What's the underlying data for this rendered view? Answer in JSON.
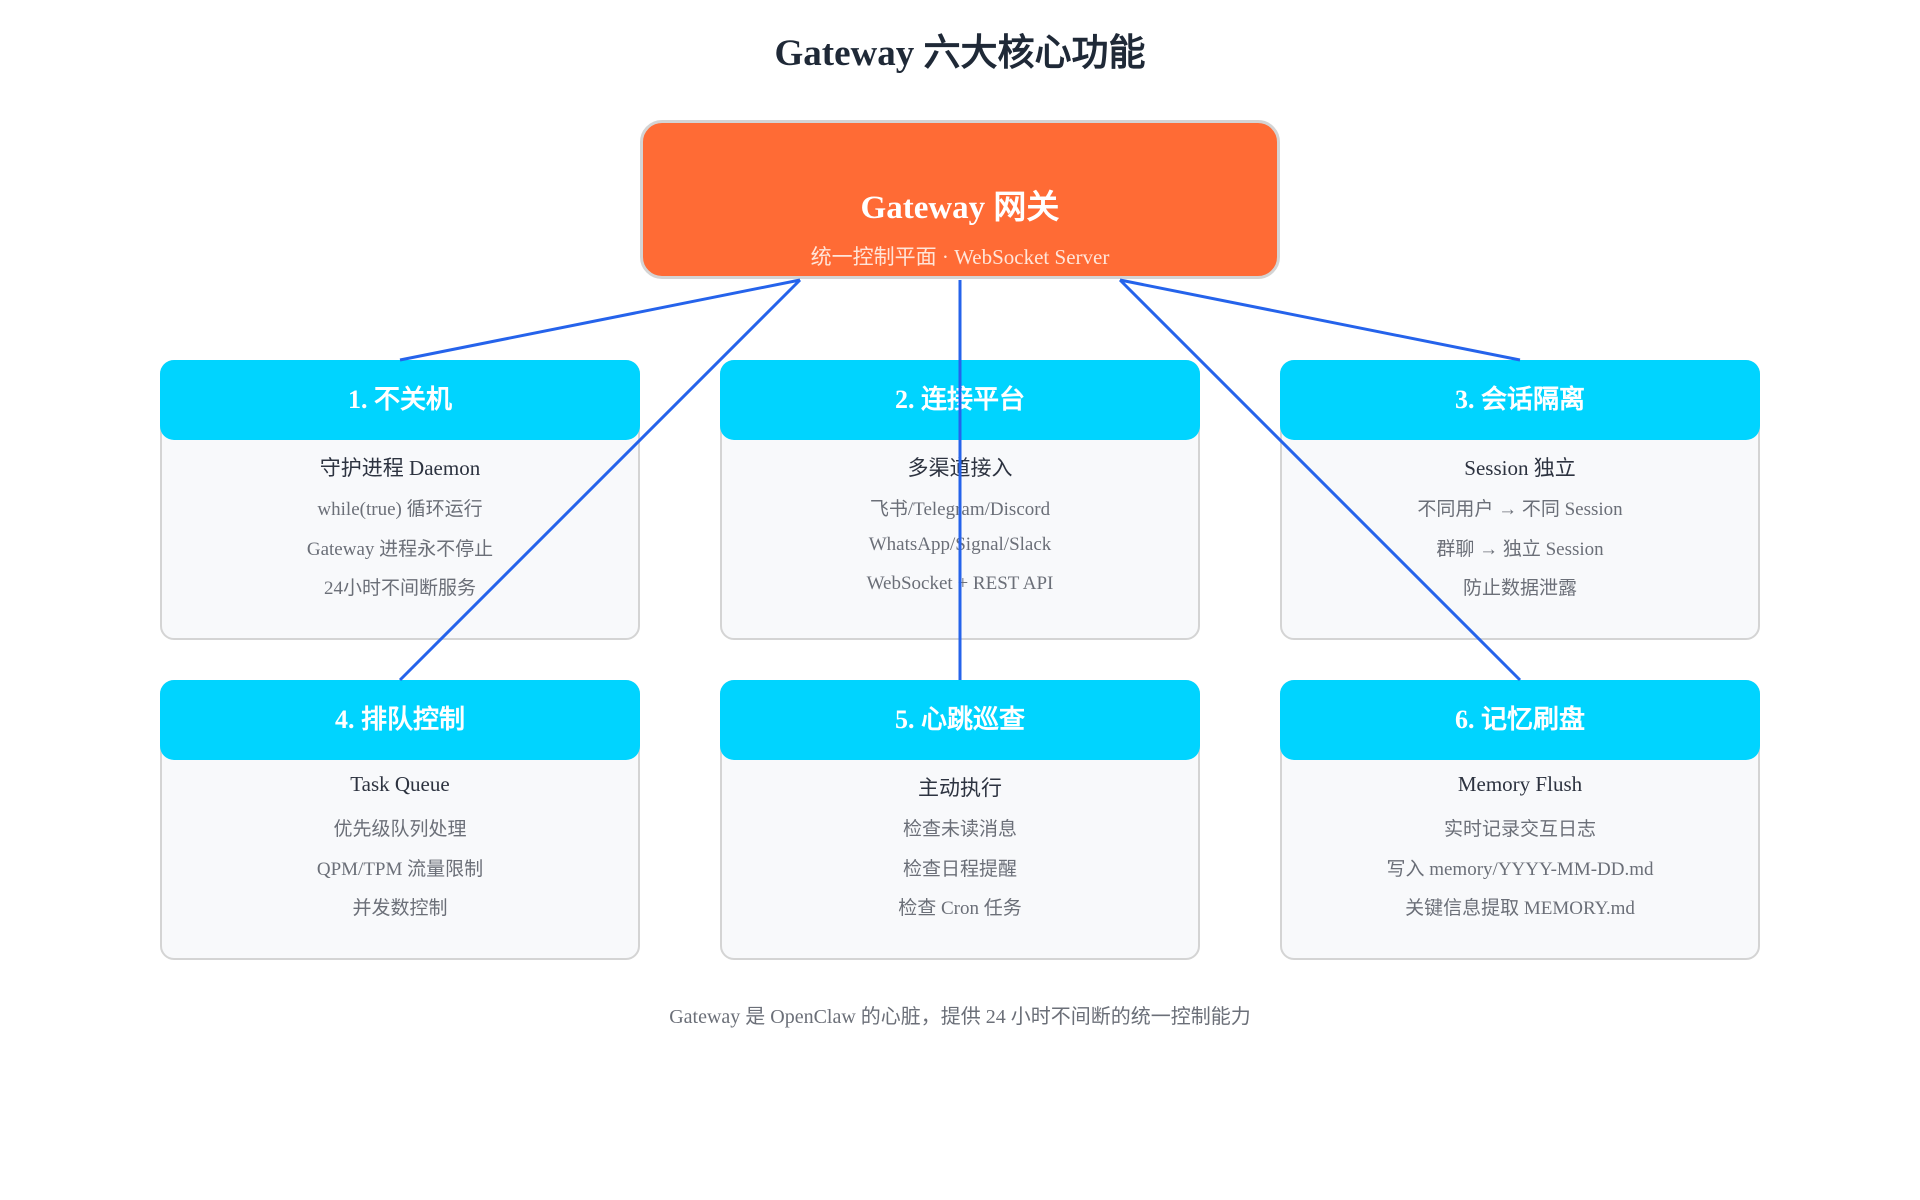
{
  "title": "Gateway 六大核心功能",
  "gateway": {
    "title": "Gateway 网关",
    "subtitle": "统一控制平面 · WebSocket Server"
  },
  "cards": [
    {
      "header": "1. 不关机",
      "subtitle": "守护进程 Daemon",
      "lines": [
        "while(true) 循环运行",
        "Gateway 进程永不停止",
        "24小时不间断服务"
      ]
    },
    {
      "header": "2. 连接平台",
      "subtitle": "多渠道接入",
      "lines": [
        "飞书/Telegram/Discord",
        "WhatsApp/Signal/Slack",
        "WebSocket + REST API"
      ]
    },
    {
      "header": "3. 会话隔离",
      "subtitle": "Session 独立",
      "lines": [
        "不同用户 → 不同 Session",
        "群聊 → 独立 Session",
        "防止数据泄露"
      ]
    },
    {
      "header": "4. 排队控制",
      "subtitle": "Task Queue",
      "lines": [
        "优先级队列处理",
        "QPM/TPM 流量限制",
        "并发数控制"
      ]
    },
    {
      "header": "5. 心跳巡查",
      "subtitle": "主动执行",
      "lines": [
        "检查未读消息",
        "检查日程提醒",
        "检查 Cron 任务"
      ]
    },
    {
      "header": "6. 记忆刷盘",
      "subtitle": "Memory Flush",
      "lines": [
        "实时记录交互日志",
        "写入 memory/YYYY-MM-DD.md",
        "关键信息提取 MEMORY.md"
      ]
    }
  ],
  "footer": "Gateway 是 OpenClaw 的心脏，提供 24 小时不间断的统一控制能力",
  "colors": {
    "gateway": "#ff6b35",
    "card_header": "#00d4ff",
    "connector": "#2563eb"
  }
}
